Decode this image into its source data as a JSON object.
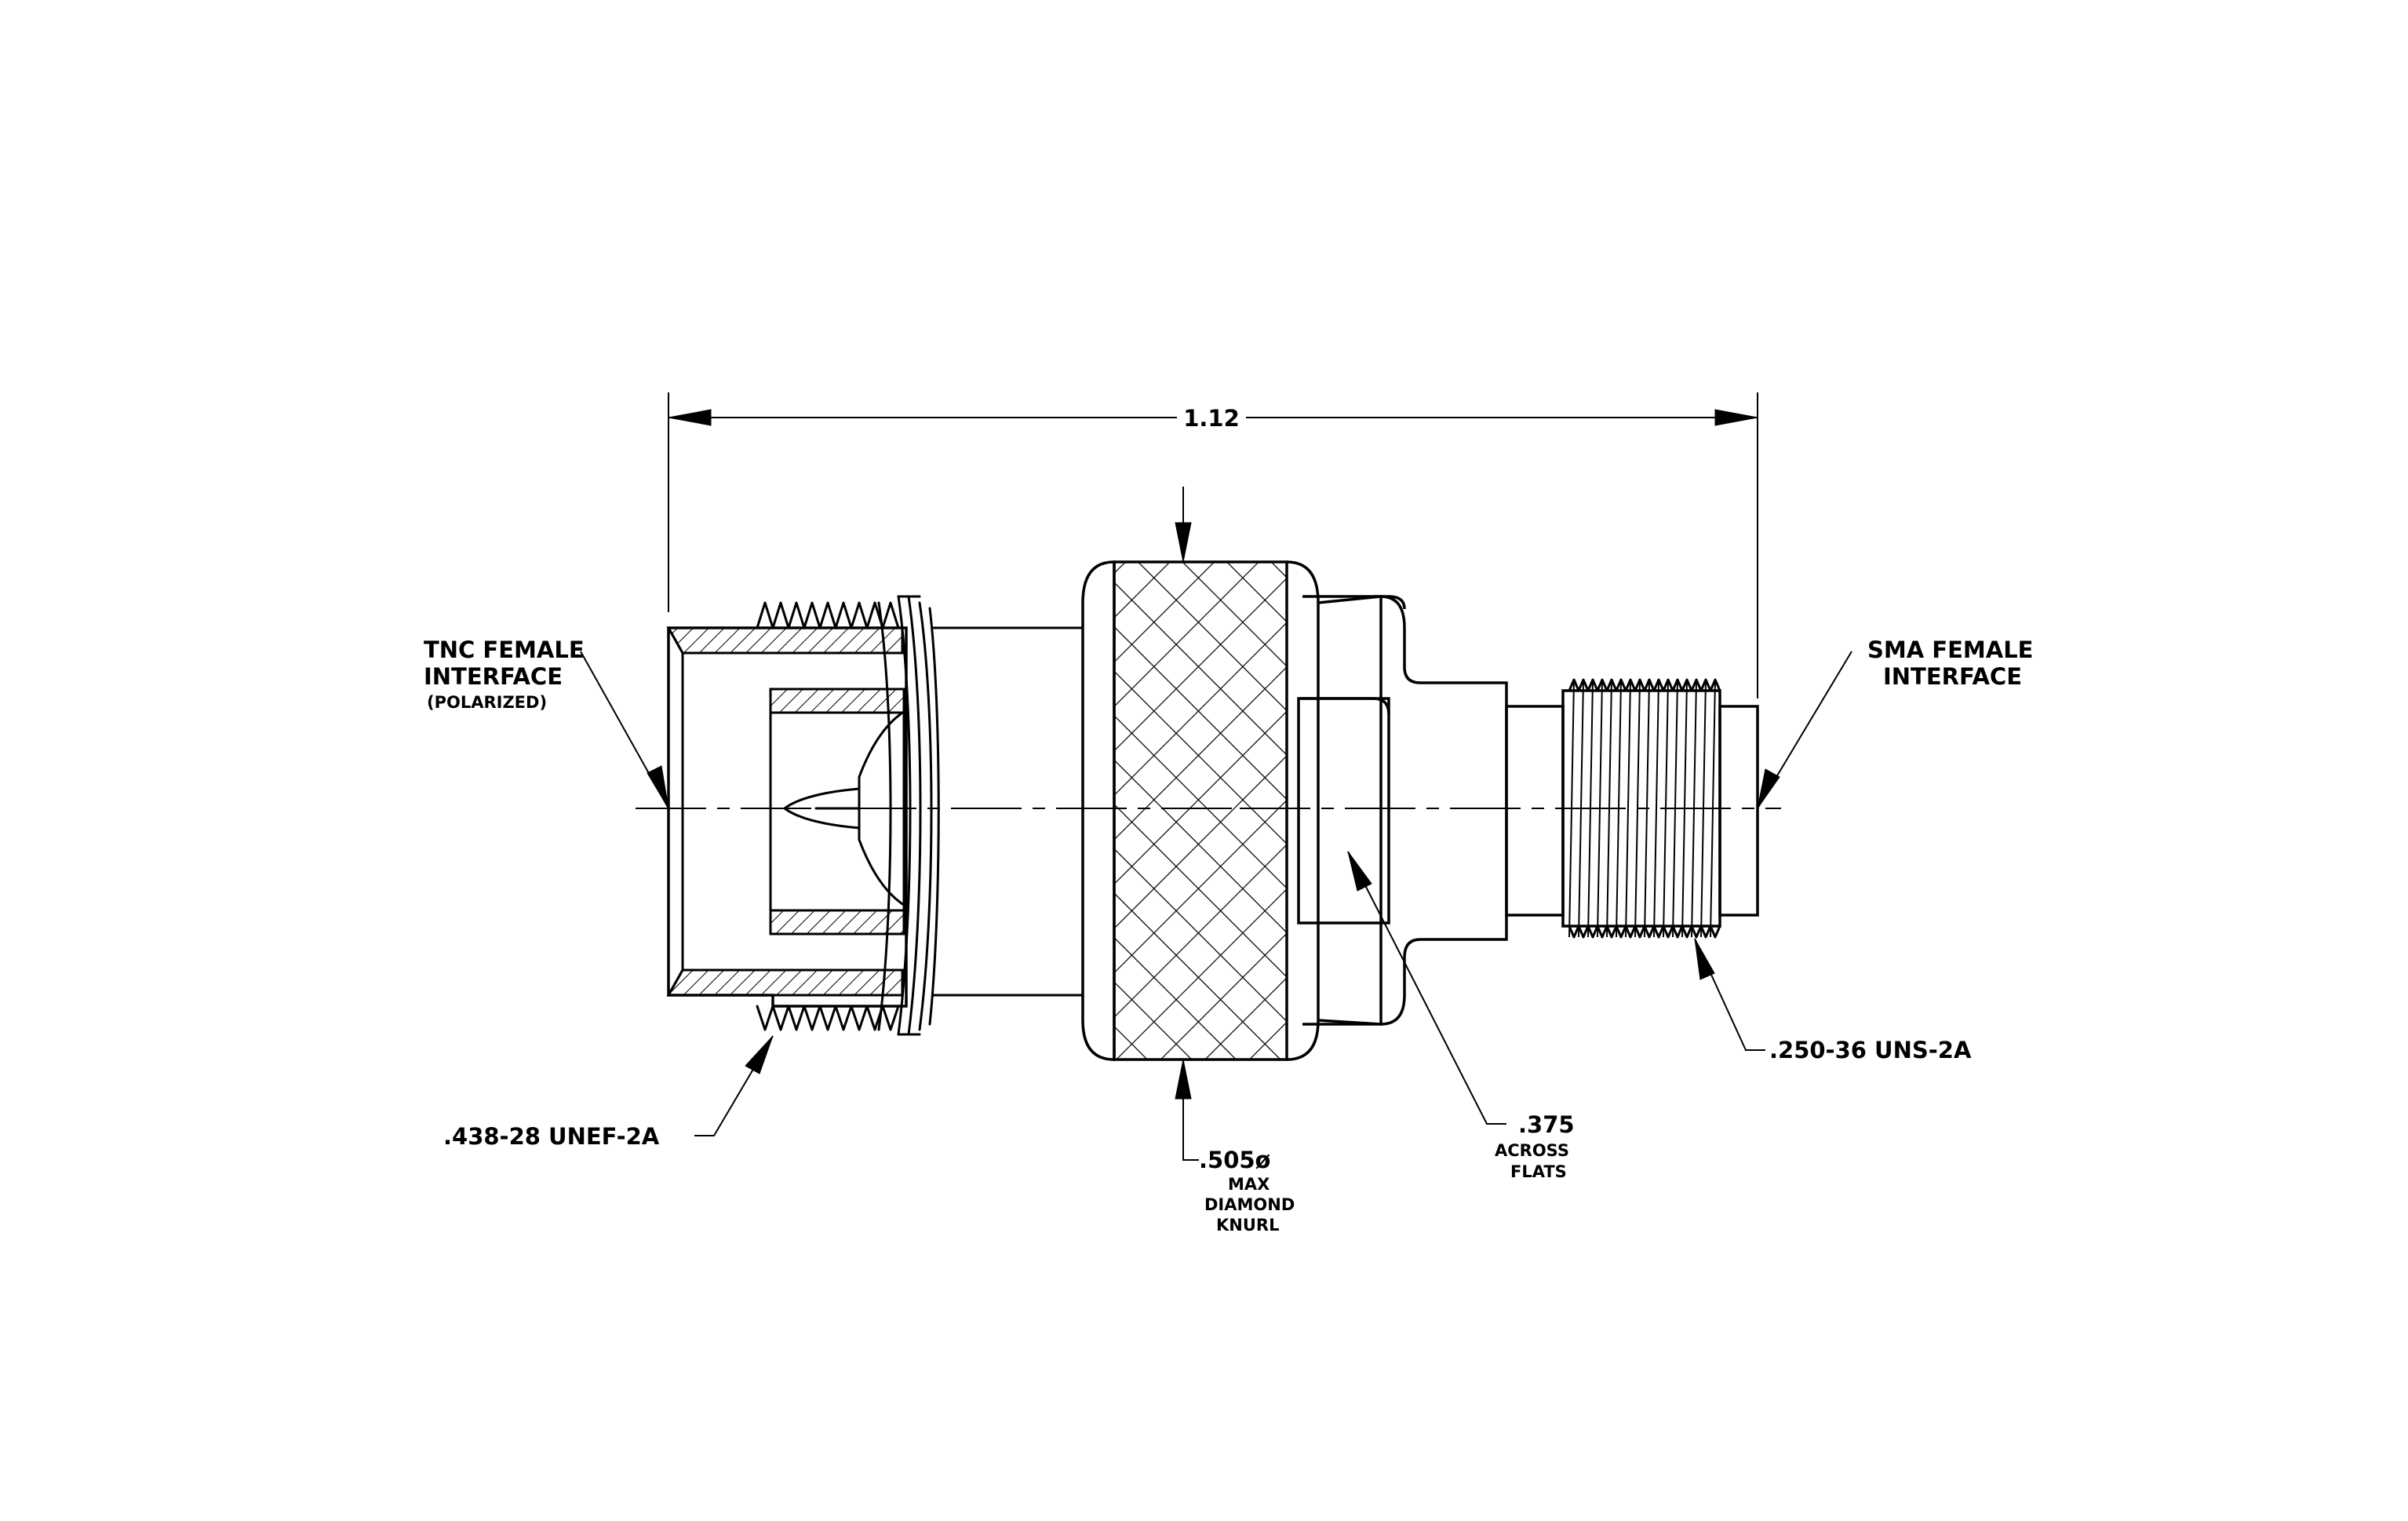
{
  "drawing": {
    "overall_length": "1.12",
    "tnc_interface": {
      "line1": "TNC FEMALE",
      "line2": "INTERFACE",
      "line3": "(POLARIZED)"
    },
    "sma_interface": {
      "line1": "SMA FEMALE",
      "line2": "INTERFACE"
    },
    "thread_left": ".438-28 UNEF-2A",
    "thread_right": ".250-36 UNS-2A",
    "knurl": {
      "line1": ".505ø",
      "line2": "MAX",
      "line3": "DIAMOND",
      "line4": "KNURL"
    },
    "flats": {
      "line1": ".375",
      "line2": "ACROSS",
      "line3": "FLATS"
    }
  },
  "colors": {
    "line": "#000000",
    "background": "#ffffff"
  }
}
